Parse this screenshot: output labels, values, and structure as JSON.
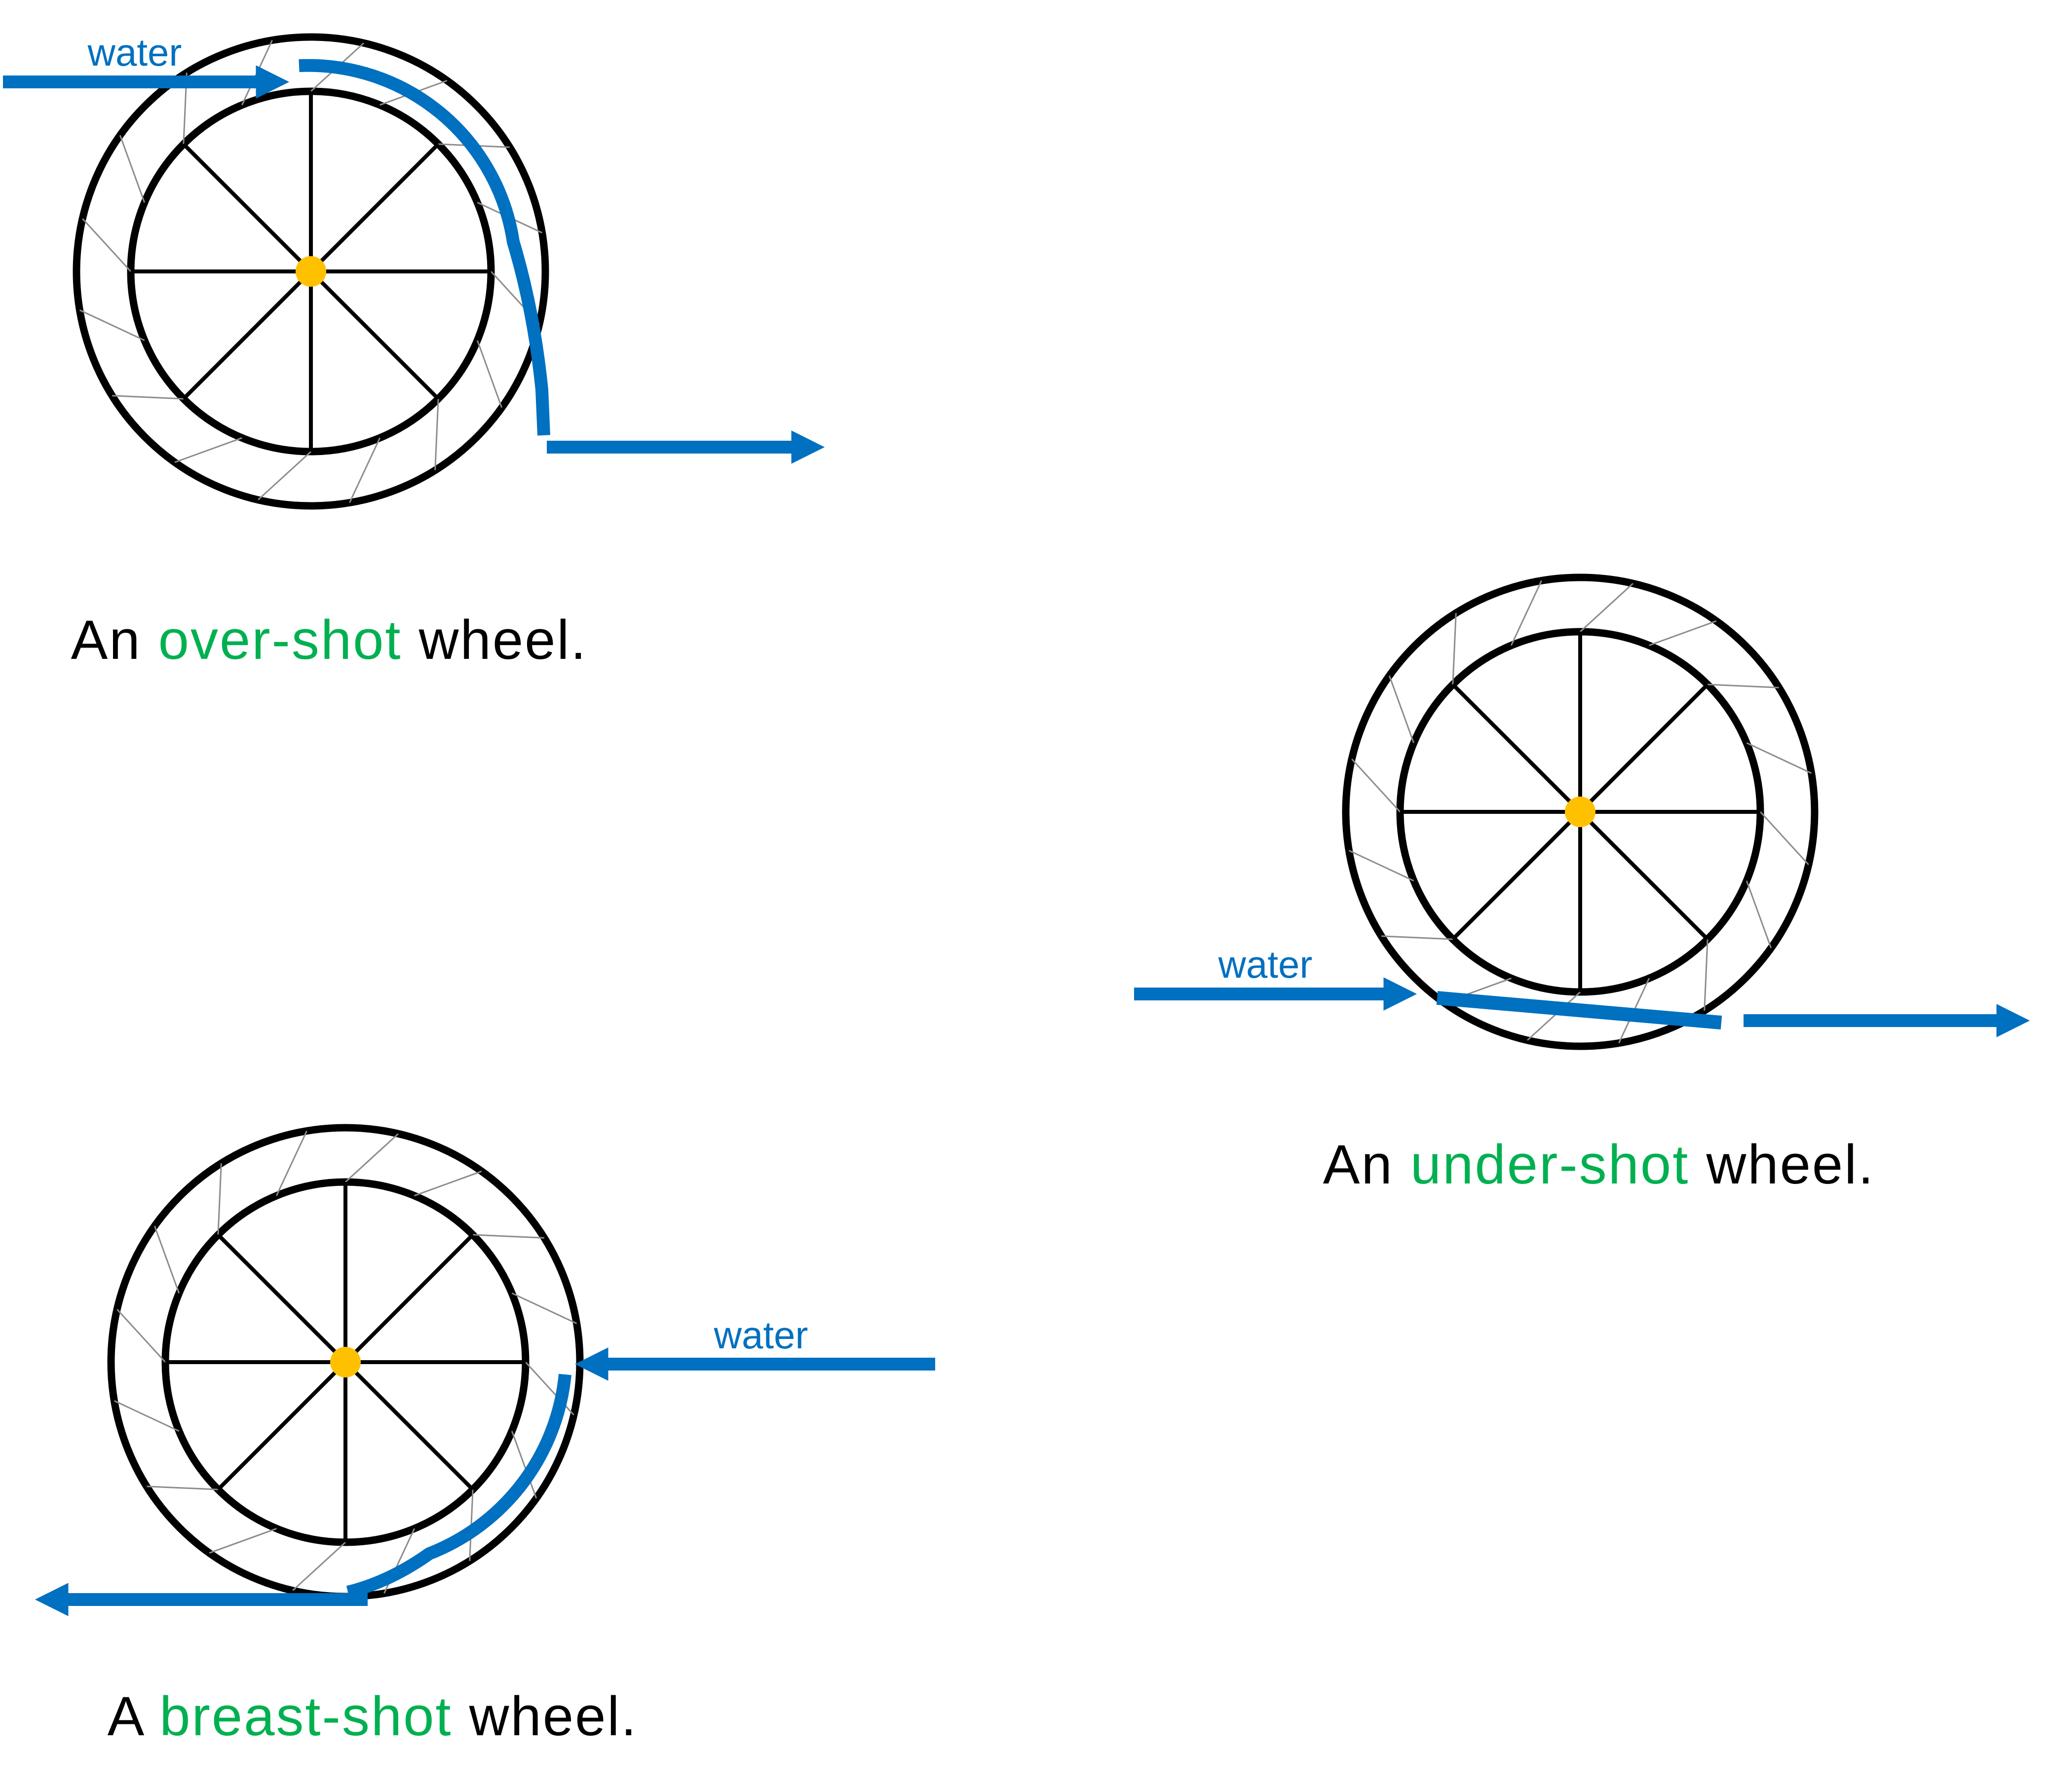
{
  "colors": {
    "water_blue": "#0070C0",
    "highlight_green": "#00B050",
    "hub_yellow": "#FFC000",
    "wheel_black": "#000000",
    "paddle_gray": "#8C8C8C",
    "background": "#FFFFFF"
  },
  "diagrams": {
    "overshot": {
      "water_label": "water",
      "caption": {
        "prefix": "An ",
        "highlight": "over-shot",
        "suffix": " wheel."
      }
    },
    "undershot": {
      "water_label": "water",
      "caption": {
        "prefix": "An ",
        "highlight": "under-shot",
        "suffix": " wheel."
      }
    },
    "breastshot": {
      "water_label": "water",
      "caption": {
        "prefix": "A ",
        "highlight": "breast-shot",
        "suffix": " wheel."
      }
    }
  }
}
